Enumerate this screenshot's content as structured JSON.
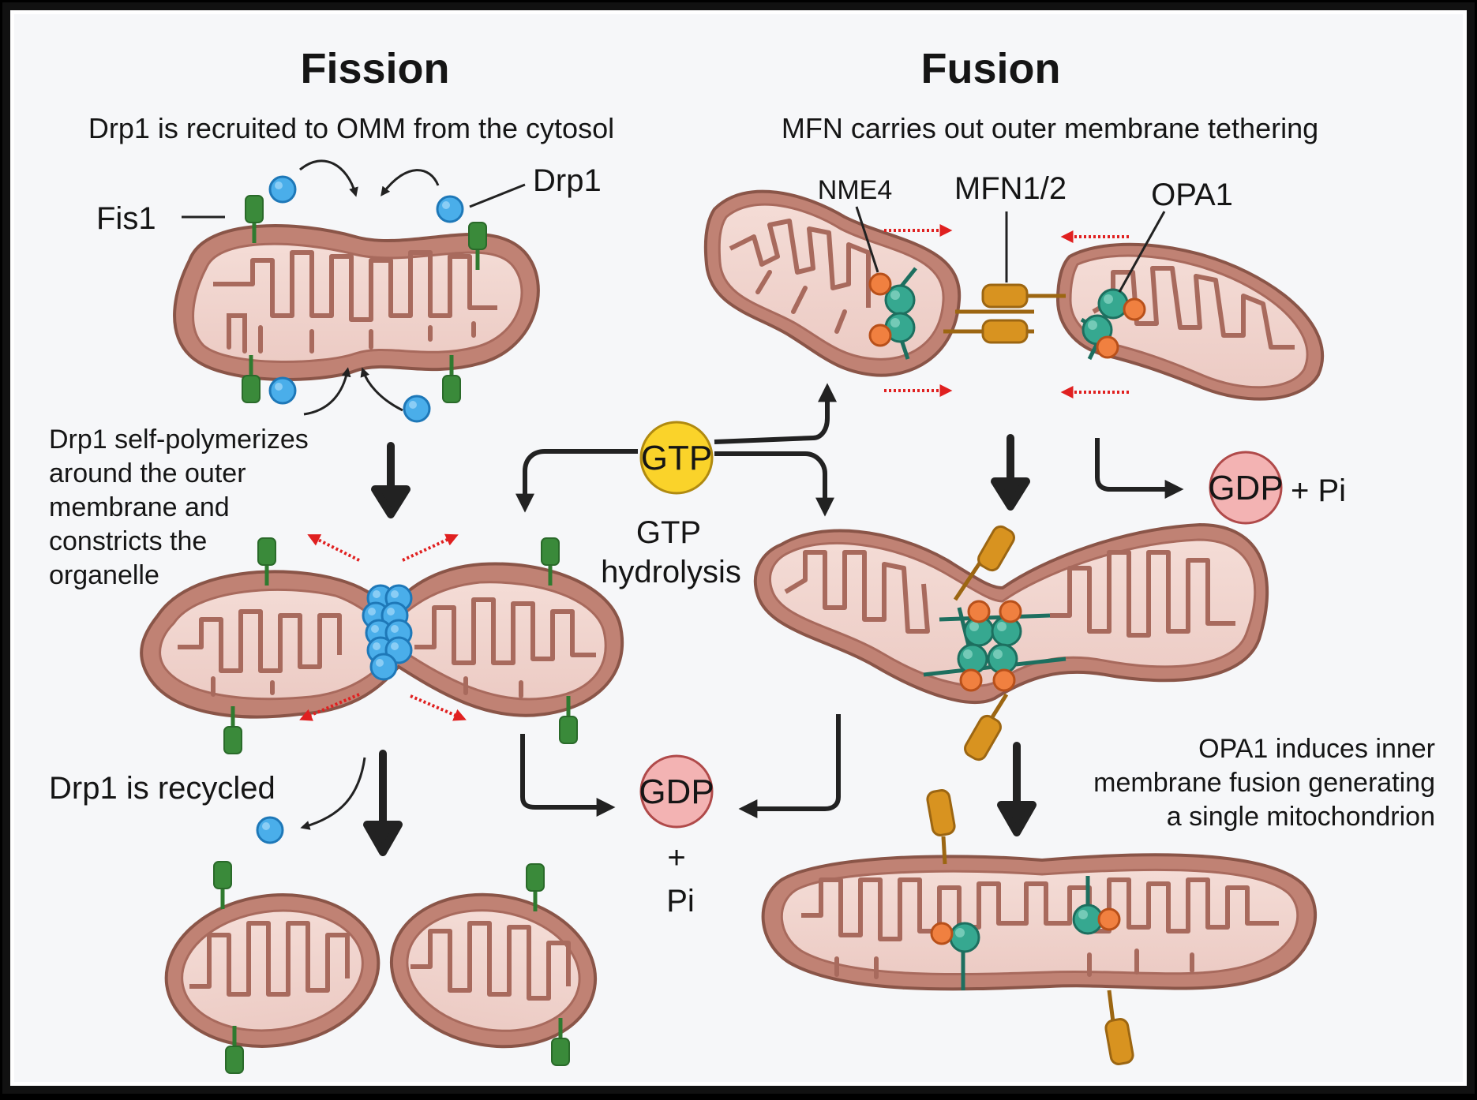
{
  "fission": {
    "title": "Fission",
    "step1": "Drp1 is recruited to OMM from the cytosol",
    "fis1_label": "Fis1",
    "drp1_label": "Drp1",
    "step2_lines": [
      "Drp1 self-polymerizes",
      "around the outer",
      "membrane and",
      "constricts the",
      "organelle"
    ],
    "step3": "Drp1 is recycled"
  },
  "fusion": {
    "title": "Fusion",
    "step1": "MFN carries out outer membrane tethering",
    "nme4_label": "NME4",
    "mfn_label": "MFN1/2",
    "opa1_label": "OPA1",
    "step3_lines": [
      "OPA1 induces inner",
      "membrane fusion generating",
      "a single mitochondrion"
    ]
  },
  "center": {
    "gtp": "GTP",
    "hydrolysis_lines": [
      "GTP",
      "hydrolysis"
    ],
    "gdp": "GDP",
    "plus": "+",
    "pi": "Pi",
    "gdp_right": "GDP",
    "plus_pi": "+ Pi"
  },
  "colors": {
    "outer_membrane": "#c08274",
    "matrix": "#f1d7d1",
    "fis1": "#3a8a3a",
    "drp1": "#4aaeea",
    "mfn": "#d89320",
    "opa1": "#36a890",
    "nme4": "#f08040",
    "gtp": "#fad32a",
    "gdp": "#f3b3b3",
    "arrow_red": "#e02020"
  }
}
